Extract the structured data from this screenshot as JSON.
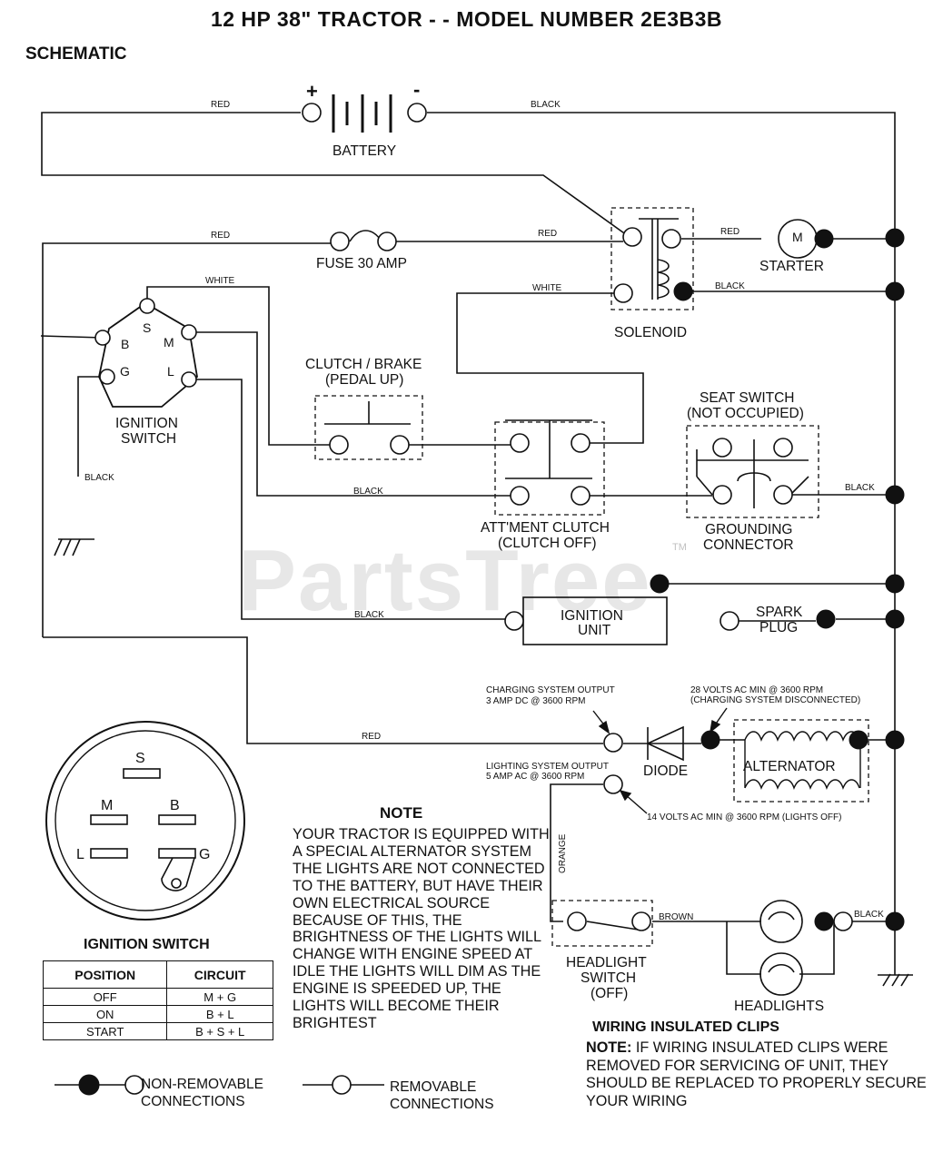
{
  "title": "12 HP 38\" TRACTOR - - MODEL NUMBER 2E3B3B",
  "section": "SCHEMATIC",
  "watermark": "PartsTree",
  "watermark_tm": "TM",
  "components": {
    "plus": "+",
    "minus": "-",
    "battery": "BATTERY",
    "fuse": "FUSE 30 AMP",
    "starter": "STARTER",
    "starter_m": "M",
    "solenoid": "SOLENOID",
    "ignition_switch_1": "IGNITION",
    "ignition_switch_2": "SWITCH",
    "clutch_brake_1": "CLUTCH / BRAKE",
    "clutch_brake_2": "(PEDAL UP)",
    "seat_switch_1": "SEAT SWITCH",
    "seat_switch_2": "(NOT OCCUPIED)",
    "attment_clutch_1": "ATT'MENT CLUTCH",
    "attment_clutch_2": "(CLUTCH OFF)",
    "grounding_1": "GROUNDING",
    "grounding_2": "CONNECTOR",
    "ignition_unit_1": "IGNITION",
    "ignition_unit_2": "UNIT",
    "spark_plug_1": "SPARK",
    "spark_plug_2": "PLUG",
    "diode": "DIODE",
    "alternator": "ALTERNATOR",
    "headlight_switch_1": "HEADLIGHT",
    "headlight_switch_2": "SWITCH",
    "headlight_switch_3": "(OFF)",
    "headlights": "HEADLIGHTS"
  },
  "terminals": {
    "S": "S",
    "B": "B",
    "M": "M",
    "G": "G",
    "L": "L"
  },
  "wires": {
    "red": "RED",
    "black": "BLACK",
    "white": "WHITE",
    "orange": "ORANGE",
    "brown": "BROWN"
  },
  "specs": {
    "charging_1": "CHARGING SYSTEM OUTPUT",
    "charging_2": "3 AMP DC @ 3600 RPM",
    "volts28_1": "28 VOLTS AC MIN @ 3600 RPM",
    "volts28_2": "(CHARGING SYSTEM DISCONNECTED)",
    "lighting_1": "LIGHTING SYSTEM OUTPUT",
    "lighting_2": "5 AMP AC @ 3600 RPM",
    "volts14": "14 VOLTS AC MIN @ 3600 RPM (LIGHTS OFF)"
  },
  "note": {
    "heading": "NOTE",
    "body": "YOUR TRACTOR IS EQUIPPED WITH A SPECIAL ALTERNATOR SYSTEM THE LIGHTS ARE NOT CONNECTED TO THE BATTERY, BUT HAVE THEIR OWN ELECTRICAL SOURCE BECAUSE OF THIS, THE BRIGHTNESS OF THE LIGHTS WILL CHANGE WITH ENGINE SPEED AT IDLE THE LIGHTS WILL DIM AS THE ENGINE IS SPEEDED UP, THE LIGHTS WILL BECOME THEIR BRIGHTEST"
  },
  "clips": {
    "heading": "WIRING INSULATED CLIPS",
    "note_label": "NOTE:",
    "body": "IF WIRING INSULATED CLIPS WERE REMOVED FOR SERVICING OF UNIT, THEY SHOULD BE REPLACED TO PROPERLY SECURE YOUR WIRING"
  },
  "ignition_table": {
    "heading": "IGNITION SWITCH",
    "columns": [
      "POSITION",
      "CIRCUIT"
    ],
    "rows": [
      [
        "OFF",
        "M + G"
      ],
      [
        "ON",
        "B + L"
      ],
      [
        "START",
        "B + S + L"
      ]
    ]
  },
  "legend": {
    "non_removable_1": "NON-REMOVABLE",
    "non_removable_2": "CONNECTIONS",
    "removable_1": "REMOVABLE",
    "removable_2": "CONNECTIONS"
  }
}
